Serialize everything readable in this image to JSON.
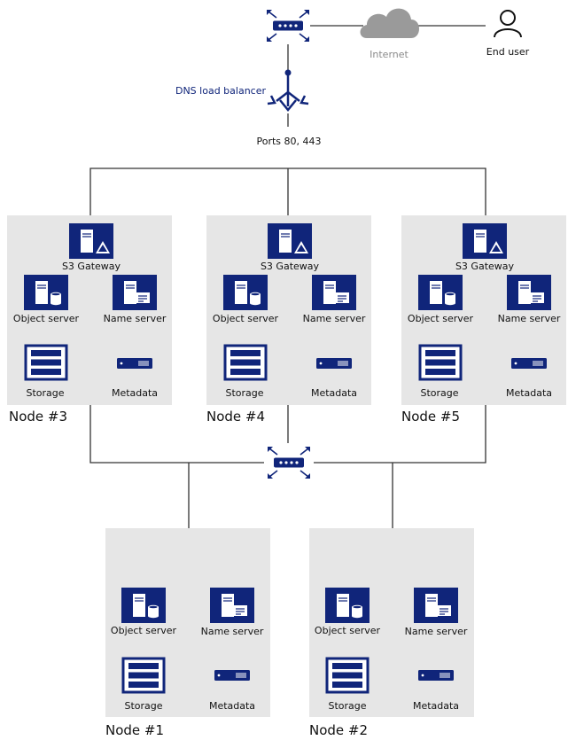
{
  "internet_label": "Internet",
  "end_user_label": "End user",
  "dns_label": "DNS load balancer",
  "ports_label": "Ports 80, 443",
  "colors": {
    "accent": "#10257a",
    "node_bg": "#e6e6e6",
    "cloud": "#9a9a9a",
    "wire": "#333333"
  },
  "icons": [
    "router-icon",
    "cloud-icon",
    "user-icon",
    "load-balancer-icon",
    "gateway-icon",
    "object-server-icon",
    "name-server-icon",
    "storage-icon",
    "metadata-icon"
  ],
  "nodes_top": [
    {
      "title": "Node #3",
      "gateway": "S3 Gateway",
      "object": "Object server",
      "name": "Name server",
      "storage": "Storage",
      "metadata": "Metadata"
    },
    {
      "title": "Node #4",
      "gateway": "S3 Gateway",
      "object": "Object server",
      "name": "Name server",
      "storage": "Storage",
      "metadata": "Metadata"
    },
    {
      "title": "Node #5",
      "gateway": "S3 Gateway",
      "object": "Object server",
      "name": "Name server",
      "storage": "Storage",
      "metadata": "Metadata"
    }
  ],
  "nodes_bottom": [
    {
      "title": "Node #1",
      "object": "Object server",
      "name": "Name server",
      "storage": "Storage",
      "metadata": "Metadata"
    },
    {
      "title": "Node #2",
      "object": "Object server",
      "name": "Name server",
      "storage": "Storage",
      "metadata": "Metadata"
    }
  ]
}
